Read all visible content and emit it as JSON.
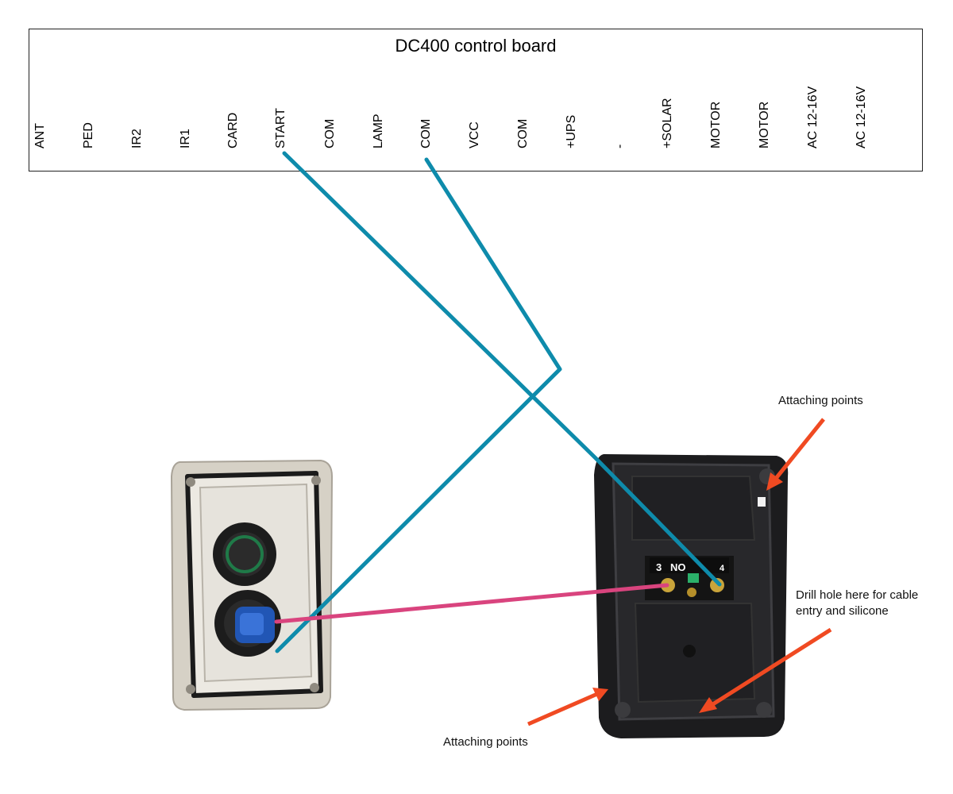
{
  "board": {
    "title": "DC400 control board",
    "terminals": [
      "ANT",
      "PED",
      "IR2",
      "IR1",
      "CARD",
      "START",
      "COM",
      "LAMP",
      "COM",
      "VCC",
      "COM",
      "+UPS",
      "-",
      "+SOLAR",
      "MOTOR",
      "MOTOR",
      "AC 12-16V",
      "AC 12-16V"
    ]
  },
  "callouts": {
    "attach_top": "Attaching points",
    "drill": "Drill hole here for cable entry and silicone",
    "attach_bottom": "Attaching points"
  },
  "switch_block": {
    "pin_left": "3",
    "pin_label": "NO",
    "pin_right": "4"
  },
  "colors": {
    "wire_teal": "#0e8bab",
    "wire_pink": "#d9447e",
    "arrow_red": "#f04a22",
    "enclosure_grey": "#d9d5cc",
    "enclosure_black": "#1c1c1e",
    "button_blue": "#2156b5",
    "button_green": "#1f7a48"
  }
}
